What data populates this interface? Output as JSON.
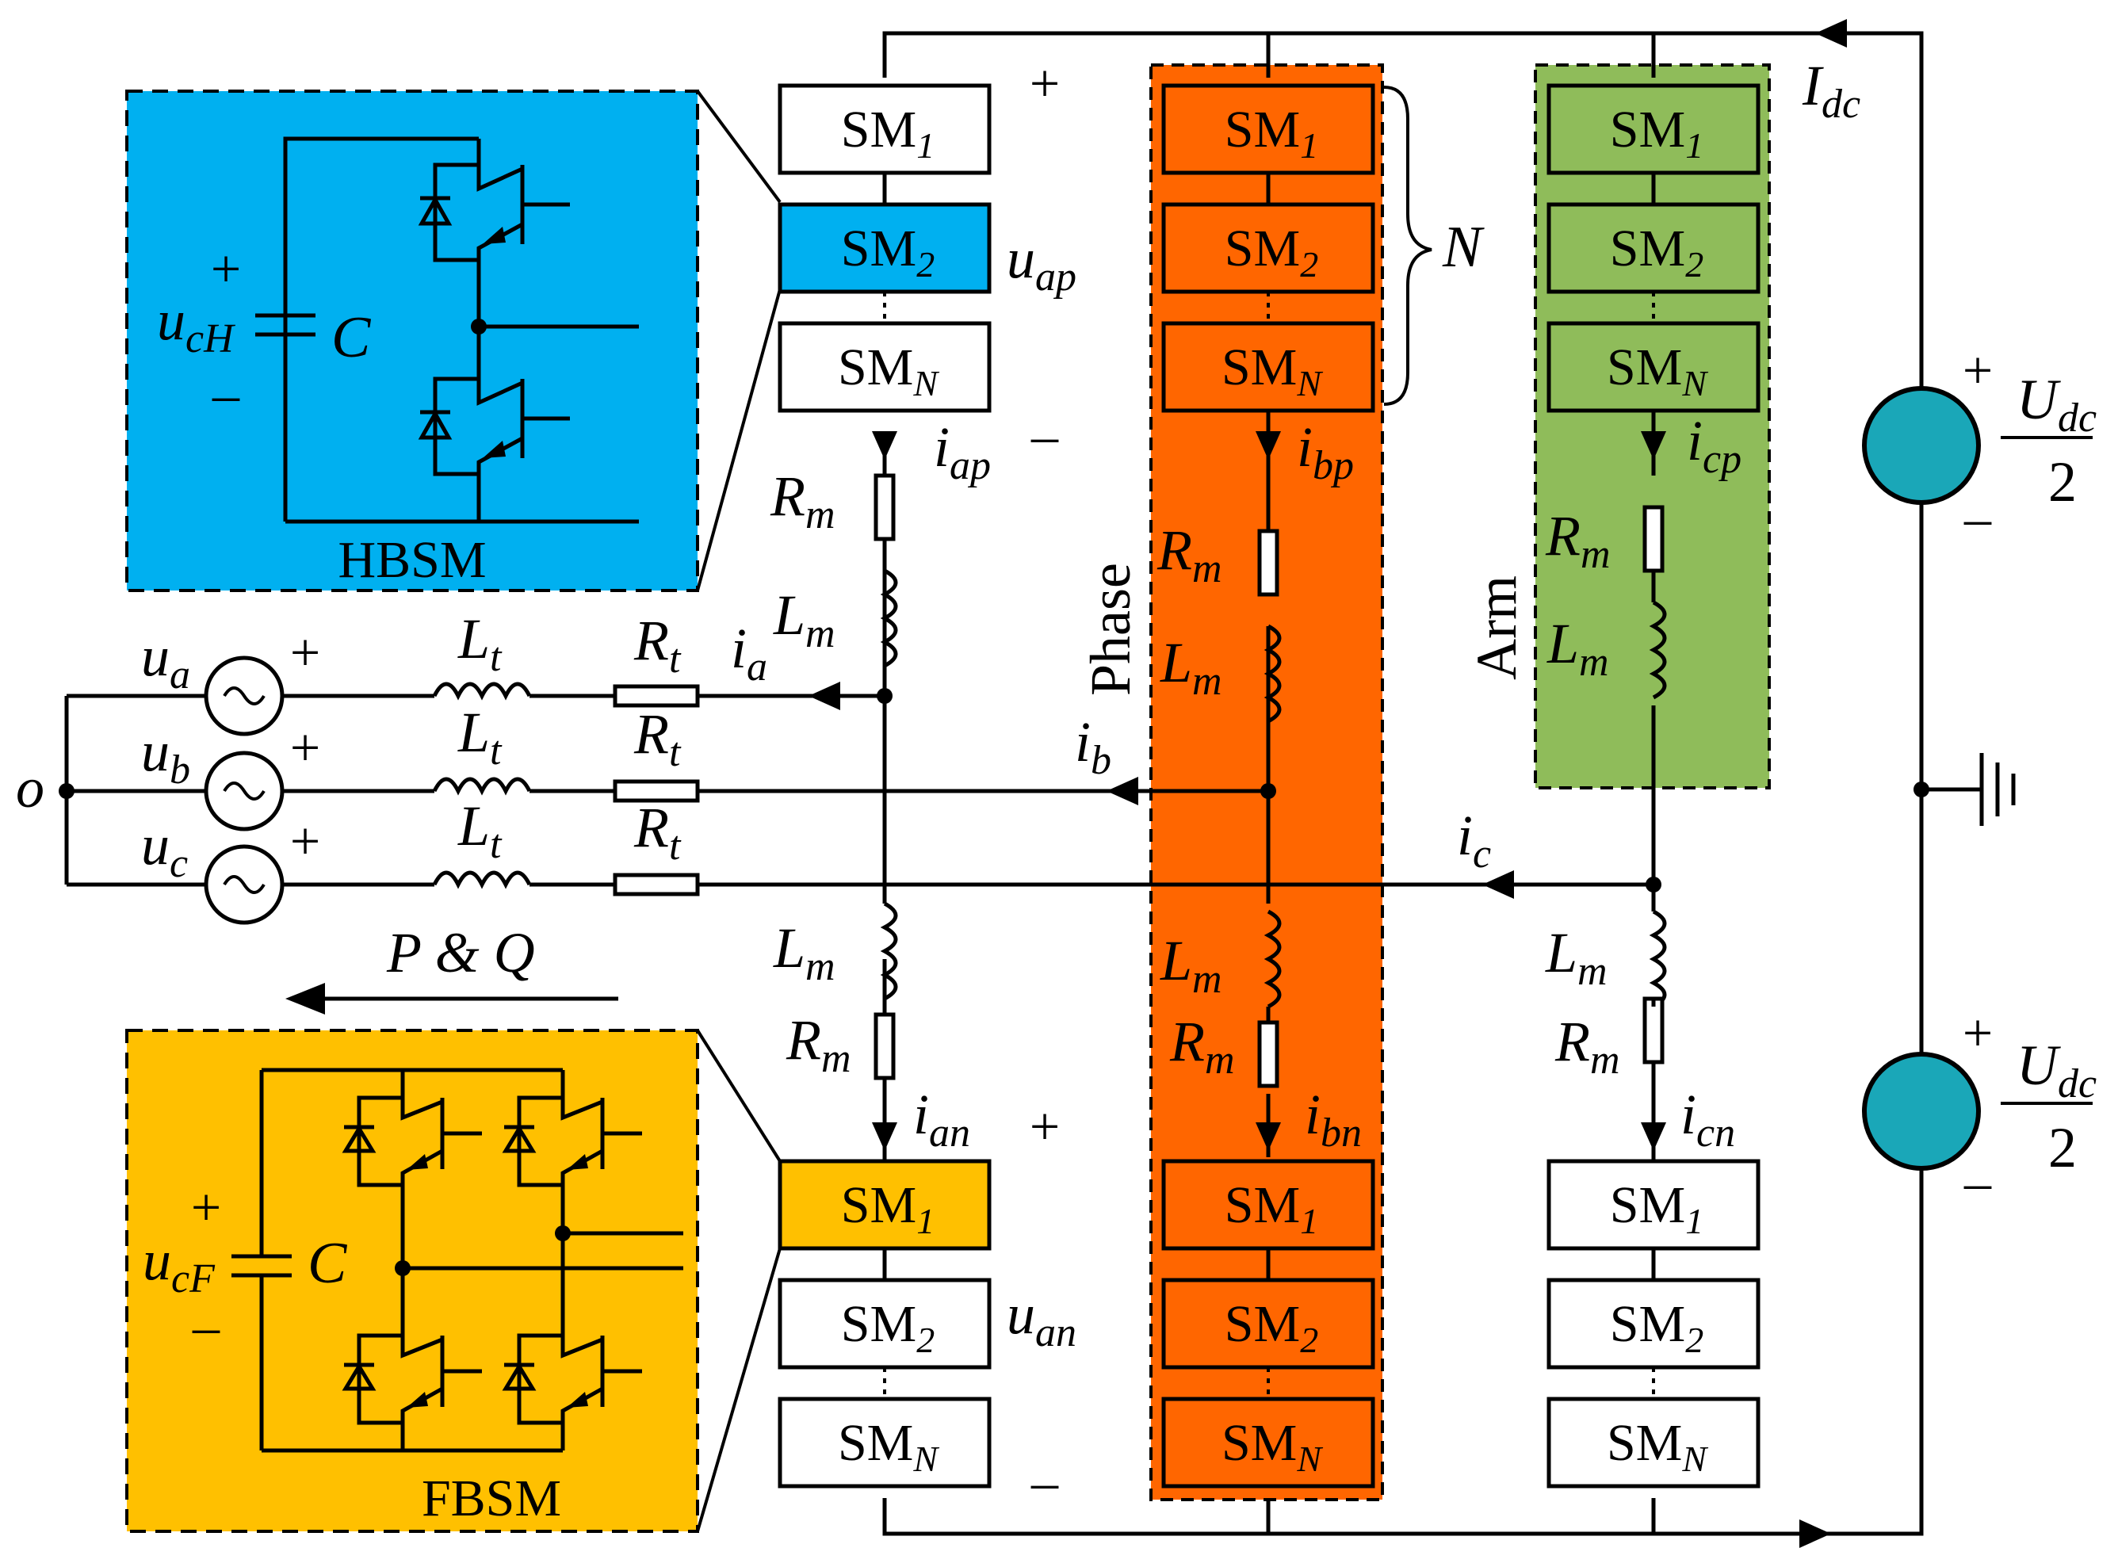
{
  "colors": {
    "hb_panel": "#00b0f0",
    "fb_panel": "#ffc000",
    "phase_b": "#ff6600",
    "arm_c": "#8fbc5a",
    "source": "#1aa7b8"
  },
  "submodules": {
    "sm1": "SM",
    "sm1_sub": "1",
    "sm2": "SM",
    "sm2_sub": "2",
    "smN": "SM",
    "smN_sub": "N"
  },
  "panels": {
    "hb_title": "HBSM",
    "fb_title": "FBSM",
    "cap": "C",
    "hb_voltage": "u",
    "hb_voltage_sub": "cH",
    "fb_voltage": "u",
    "fb_voltage_sub": "cF"
  },
  "labels": {
    "phase": "Phase",
    "arm": "Arm",
    "N": "N",
    "pq": "P & Q",
    "o": "o",
    "Idc": "I",
    "Idc_sub": "dc",
    "Udc": "U",
    "Udc_sub": "dc",
    "Udc_den": "2",
    "uap": "u",
    "uap_sub": "ap",
    "uan": "u",
    "uan_sub": "an",
    "iap": "i",
    "iap_sub": "ap",
    "ian": "i",
    "ian_sub": "an",
    "ibp": "i",
    "ibp_sub": "bp",
    "ibn": "i",
    "ibn_sub": "bn",
    "icp": "i",
    "icp_sub": "cp",
    "icn": "i",
    "icn_sub": "cn",
    "ia": "i",
    "ia_sub": "a",
    "ib": "i",
    "ib_sub": "b",
    "ic": "i",
    "ic_sub": "c",
    "ua": "u",
    "ua_sub": "a",
    "ub": "u",
    "ub_sub": "b",
    "uc": "u",
    "uc_sub": "c",
    "Rm": "R",
    "Rm_sub": "m",
    "Lm": "L",
    "Lm_sub": "m",
    "Rt": "R",
    "Rt_sub": "t",
    "Lt": "L",
    "Lt_sub": "t",
    "plus": "+",
    "minus": "–"
  }
}
